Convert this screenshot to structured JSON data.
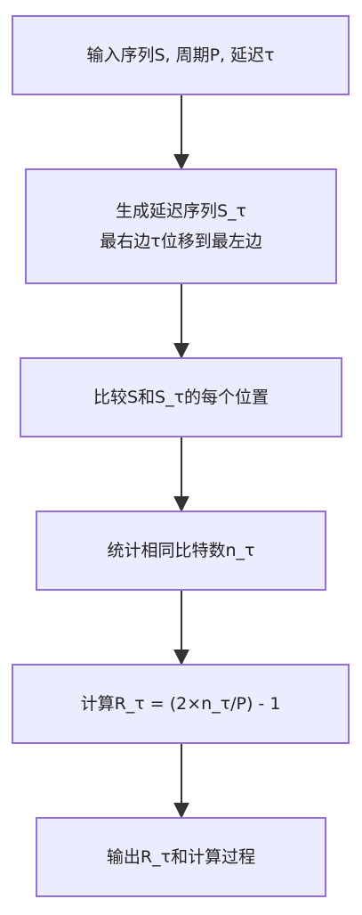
{
  "diagram": {
    "nodes": [
      {
        "id": "input",
        "lines": [
          "输入序列S, 周期P, 延迟τ"
        ]
      },
      {
        "id": "shift",
        "lines": [
          "生成延迟序列S_τ",
          "最右边τ位移到最左边"
        ]
      },
      {
        "id": "compare",
        "lines": [
          "比较S和S_τ的每个位置"
        ]
      },
      {
        "id": "count",
        "lines": [
          "统计相同比特数n_τ"
        ]
      },
      {
        "id": "compute",
        "lines": [
          "计算R_τ = (2×n_τ/P) - 1"
        ]
      },
      {
        "id": "output",
        "lines": [
          "输出R_τ和计算过程"
        ]
      }
    ],
    "edges": [
      {
        "from": "input",
        "to": "shift"
      },
      {
        "from": "shift",
        "to": "compare"
      },
      {
        "from": "compare",
        "to": "count"
      },
      {
        "from": "count",
        "to": "compute"
      },
      {
        "from": "compute",
        "to": "output"
      }
    ],
    "colors": {
      "node_fill": "#ececff",
      "node_border": "#9370db",
      "edge": "#333333",
      "text": "#222222"
    }
  }
}
